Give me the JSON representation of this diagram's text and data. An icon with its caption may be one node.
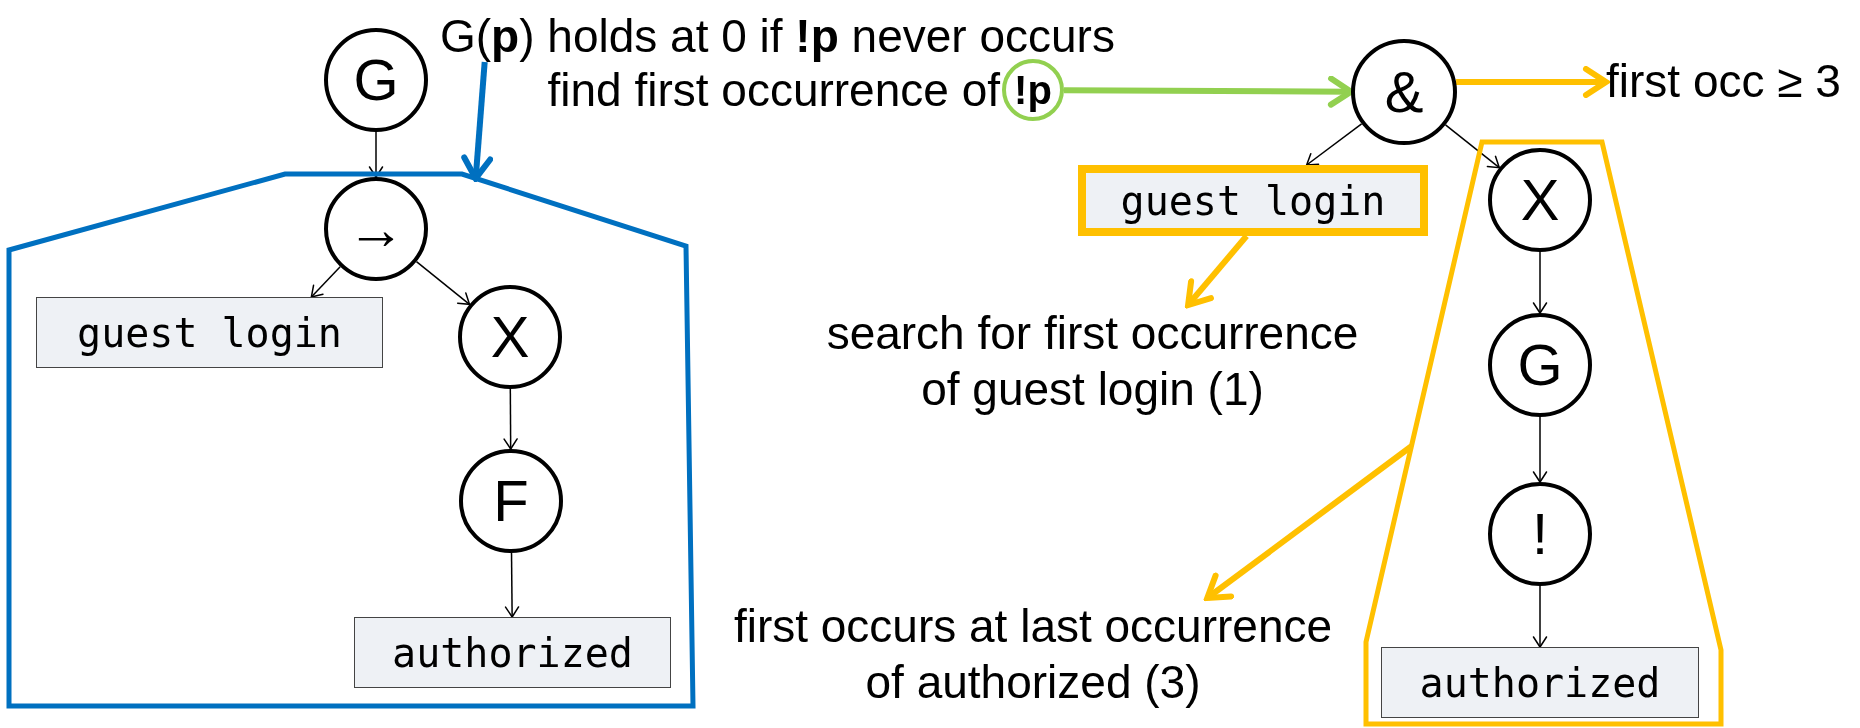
{
  "diagram": {
    "nodes": [
      {
        "text": [
          "G(**p**) holds at 0 if **!p** never occurs"
        ]
      },
      {
        "text": [
          "G"
        ]
      },
      {
        "text": [],
        "shape": "pentagon"
      },
      {
        "text": [
          "→"
        ],
        "in": 2
      },
      {
        "text": [
          "guest login"
        ],
        "in": 2
      },
      {
        "text": [
          "X"
        ],
        "in": 2
      },
      {
        "text": [
          "F"
        ],
        "in": 2
      },
      {
        "text": [
          "authorized"
        ],
        "in": 2
      },
      {
        "text": [
          "!p"
        ],
        "beside": [
          "find first occurrence of"
        ]
      },
      {
        "text": [
          "&"
        ]
      },
      {
        "text": [
          "first occ ≥ 3"
        ]
      },
      {
        "text": [
          "guest login"
        ]
      },
      {
        "text": [
          "search for first occurrence of guest login (1)"
        ]
      },
      {
        "text": [],
        "shape": "trapezoid"
      },
      {
        "text": [
          "X"
        ],
        "in": 13
      },
      {
        "text": [
          "G"
        ],
        "in": 13
      },
      {
        "text": [
          "!"
        ],
        "in": 13
      },
      {
        "text": [
          "authorized"
        ],
        "in": 13
      },
      {
        "text": [
          "first occurs at last occurrence of authorized (3)"
        ]
      }
    ],
    "edges": [
      {
        "from": 0,
        "to": 2,
        "arrow": "to",
        "style": "thick",
        "color": "#0070c0"
      },
      {
        "from": 1,
        "to": 3,
        "arrow": "to"
      },
      {
        "from": 3,
        "to": 4,
        "arrow": "to"
      },
      {
        "from": 3,
        "to": 5,
        "arrow": "to"
      },
      {
        "from": 5,
        "to": 6,
        "arrow": "to"
      },
      {
        "from": 6,
        "to": 7,
        "arrow": "to"
      },
      {
        "from": 8,
        "to": 9,
        "arrow": "to",
        "style": "thick",
        "color": "#92d050"
      },
      {
        "from": 9,
        "to": 10,
        "arrow": "to",
        "style": "thick",
        "color": "#ffc000"
      },
      {
        "from": 9,
        "to": 11,
        "arrow": "to"
      },
      {
        "from": 9,
        "to": 14,
        "arrow": "to"
      },
      {
        "from": 11,
        "to": 12,
        "arrow": "to",
        "style": "thick",
        "color": "#ffc000"
      },
      {
        "from": 14,
        "to": 15,
        "arrow": "to"
      },
      {
        "from": 15,
        "to": 16,
        "arrow": "to"
      },
      {
        "from": 16,
        "to": 17,
        "arrow": "to"
      },
      {
        "from": 13,
        "to": 18,
        "arrow": "to",
        "style": "thick",
        "color": "#ffc000"
      }
    ]
  }
}
